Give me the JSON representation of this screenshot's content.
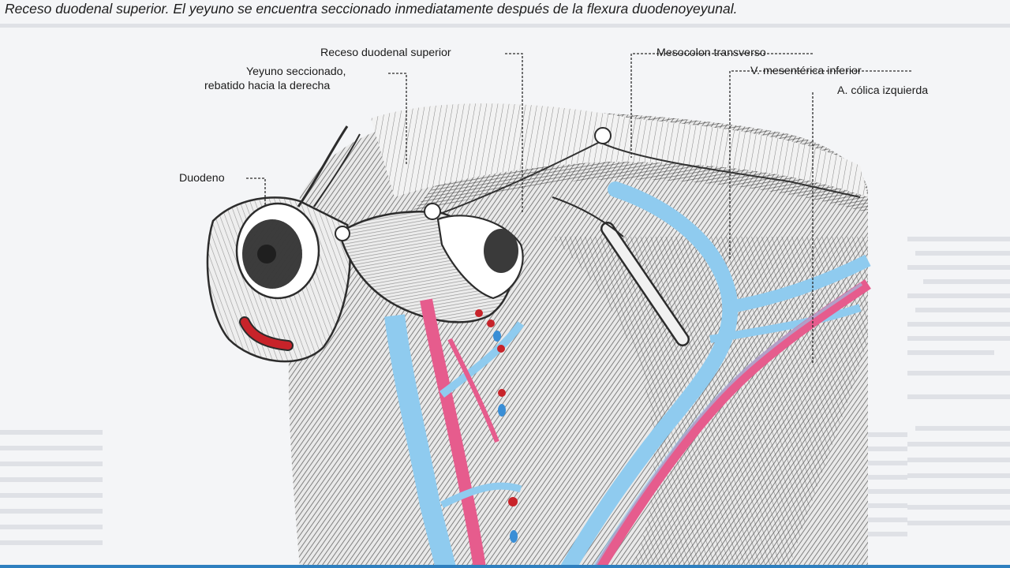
{
  "caption": "Receso duodenal superior. El yeyuno se encuentra seccionado inmediatamente después de la flexura duodenoyeyunal.",
  "labels": {
    "receso": "Receso duodenal superior",
    "mesocolon": "Mesocolon transverso",
    "yeyuno_line1": "Yeyuno seccionado,",
    "yeyuno_line2": "rebatido hacia la derecha",
    "vena": "V. mesentérica inferior",
    "arteria": "A. cólica izquierda",
    "duodeno": "Duodeno"
  },
  "colors": {
    "vein": "#8fcbef",
    "artery": "#e65c8d",
    "arterial_lumen": "#c8232a",
    "tissue": "#e8e8e8",
    "hatching": "#3a3a3a",
    "accent_bar": "#2e7fbf"
  }
}
